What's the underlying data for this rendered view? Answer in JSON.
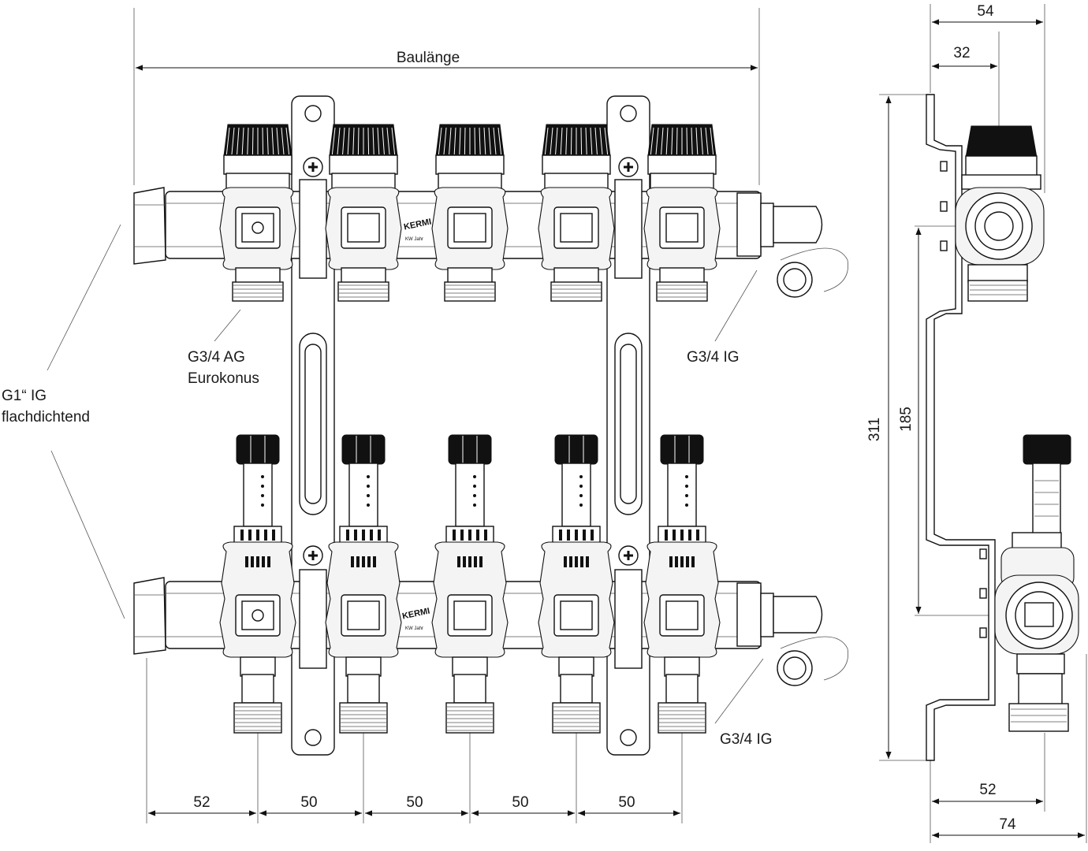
{
  "dimensions": {
    "overall_length_label": "Baulänge",
    "spacing": [
      "52",
      "50",
      "50",
      "50",
      "50"
    ],
    "side_width_top": "54",
    "side_offset_top": "32",
    "side_height_total": "311",
    "side_axis_distance": "185",
    "side_width_bottom_inner": "52",
    "side_width_bottom_outer": "74"
  },
  "callouts": {
    "outlet_thread": [
      "G3/4 AG",
      "Eurokonus"
    ],
    "inlet_thread": [
      "G1“ IG",
      "flachdichtend"
    ],
    "end_piece_top": "G3/4 IG",
    "end_piece_bottom": "G3/4 IG"
  },
  "branding": {
    "logo": "KERMI",
    "stamp": "KW Jahr"
  },
  "circuits": 5
}
